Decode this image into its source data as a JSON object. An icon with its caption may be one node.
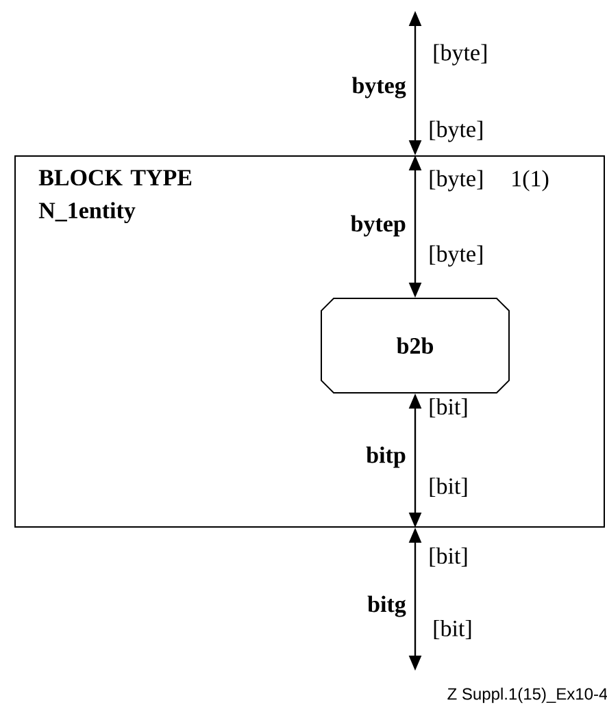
{
  "diagram": {
    "nodes": [
      {
        "text": [
          "BLOCK TYPE N_1entity"
        ]
      },
      {
        "text": [
          "b2b"
        ],
        "in": 0
      }
    ],
    "edges": [
      {
        "from": null,
        "to": 0,
        "arrow": "both",
        "label": "byteg"
      },
      {
        "from": 0,
        "to": 1,
        "arrow": "both",
        "label": "bytep"
      },
      {
        "from": 1,
        "to": 0,
        "arrow": "both",
        "label": "bitp"
      },
      {
        "from": 0,
        "to": null,
        "arrow": "both",
        "label": "bitg"
      }
    ],
    "labels": [
      "[byte]",
      "[byte]",
      "[byte]",
      "1(1)",
      "[byte]",
      "[bit]",
      "[bit]",
      "[bit]",
      "[bit]",
      "Z Suppl.1(15)_Ex10-4"
    ]
  }
}
